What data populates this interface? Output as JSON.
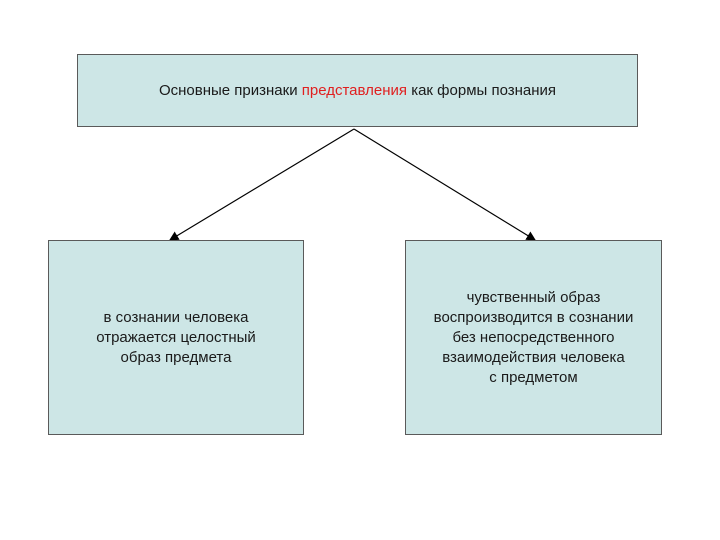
{
  "title": {
    "prefix": "Основные признаки ",
    "highlight": "представления",
    "suffix": " как формы познания",
    "highlight_color": "#e02020"
  },
  "left": {
    "text": "в сознании человека\nотражается целостный\nобраз предмета"
  },
  "right": {
    "text": "чувственный образ\nвоспроизводится в сознании\nбез непосредственного\nвзаимодействия человека\nс предметом"
  },
  "colors": {
    "box_fill": "#cde6e6",
    "box_border": "#5a5a5a"
  }
}
